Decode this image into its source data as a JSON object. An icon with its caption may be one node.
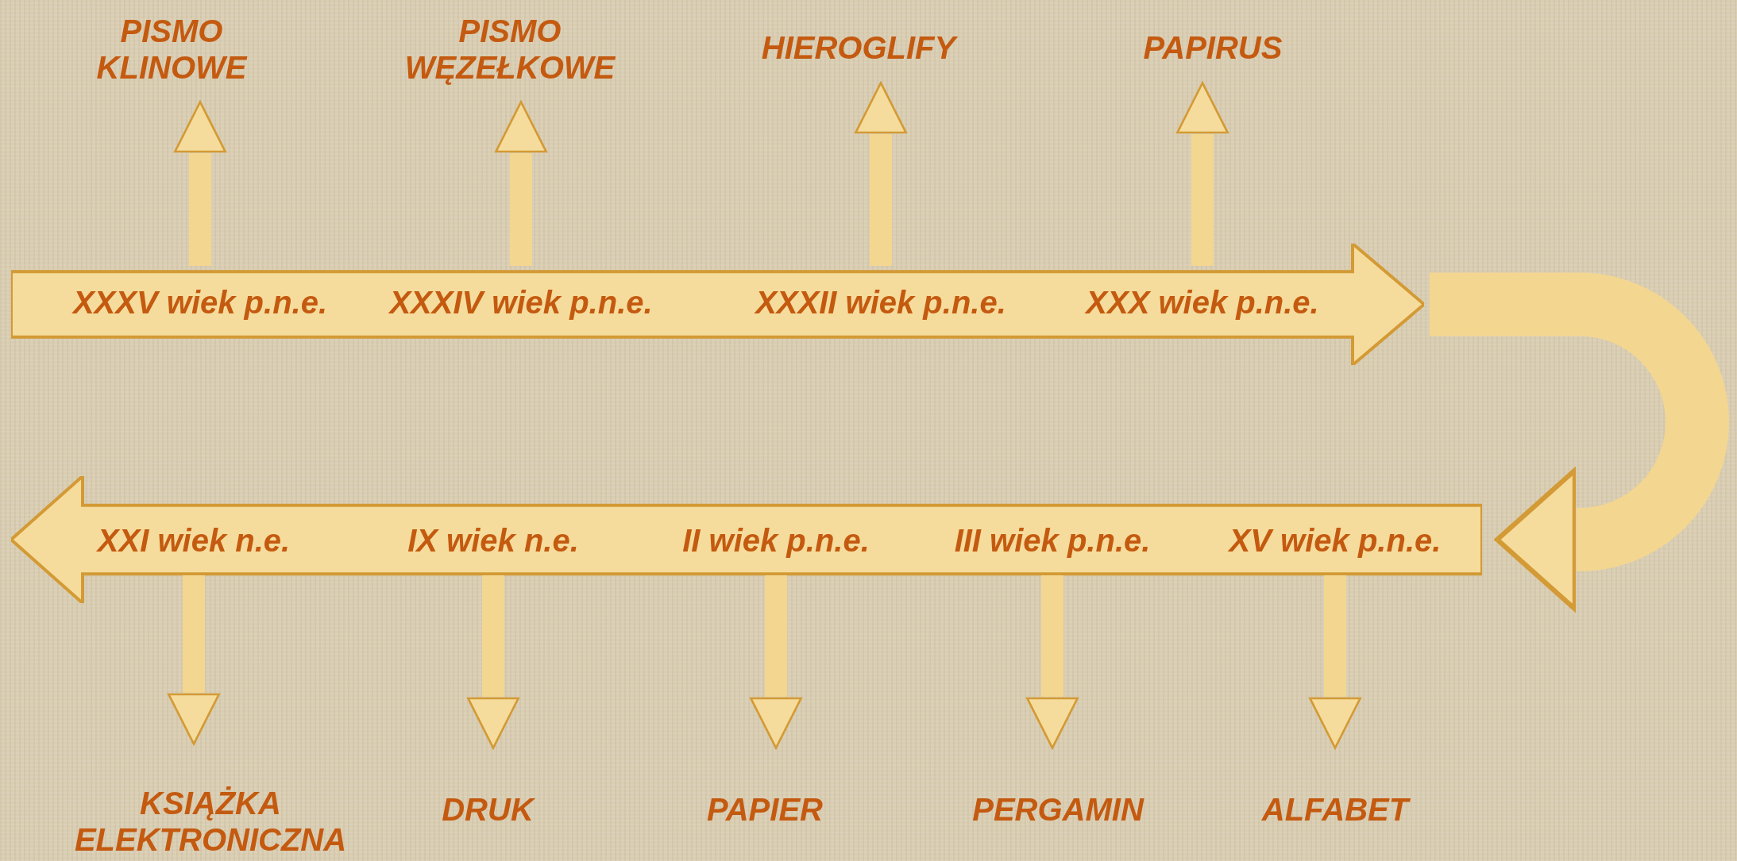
{
  "diagram": {
    "nodes": [
      {
        "text": [
          "PISMO KLINOWE"
        ]
      },
      {
        "text": [
          "PISMO WĘZEŁKOWE"
        ]
      },
      {
        "text": [
          "HIEROGLIFY"
        ]
      },
      {
        "text": [
          "PAPIRUS"
        ]
      },
      {
        "text": [],
        "shape": "arrow"
      },
      {
        "text": [
          "XXXV wiek p.n.e."
        ],
        "in": 4
      },
      {
        "text": [
          "XXXIV wiek p.n.e."
        ],
        "in": 4
      },
      {
        "text": [
          "XXXII wiek p.n.e."
        ],
        "in": 4
      },
      {
        "text": [
          "XXX wiek p.n.e."
        ],
        "in": 4
      },
      {
        "text": [],
        "shape": "arrow"
      },
      {
        "text": [
          "XXI wiek n.e."
        ],
        "in": 9
      },
      {
        "text": [
          "IX wiek n.e."
        ],
        "in": 9
      },
      {
        "text": [
          "II wiek p.n.e."
        ],
        "in": 9
      },
      {
        "text": [
          "III wiek p.n.e."
        ],
        "in": 9
      },
      {
        "text": [
          "XV wiek p.n.e."
        ],
        "in": 9
      },
      {
        "text": [
          "KSIĄŻKA ELEKTRONICZNA"
        ]
      },
      {
        "text": [
          "DRUK"
        ]
      },
      {
        "text": [
          "PAPIER"
        ]
      },
      {
        "text": [
          "PERGAMIN"
        ]
      },
      {
        "text": [
          "ALFABET"
        ]
      }
    ],
    "edges": [
      {
        "from": 5,
        "to": 0,
        "arrow": "to"
      },
      {
        "from": 6,
        "to": 1,
        "arrow": "to"
      },
      {
        "from": 7,
        "to": 2,
        "arrow": "to"
      },
      {
        "from": 8,
        "to": 3,
        "arrow": "to"
      },
      {
        "from": 4,
        "to": 9,
        "arrow": "to",
        "style": "thick"
      },
      {
        "from": 10,
        "to": 15,
        "arrow": "to"
      },
      {
        "from": 11,
        "to": 16,
        "arrow": "to"
      },
      {
        "from": 12,
        "to": 17,
        "arrow": "to"
      },
      {
        "from": 13,
        "to": 18,
        "arrow": "to"
      },
      {
        "from": 14,
        "to": 19,
        "arrow": "to"
      }
    ]
  }
}
